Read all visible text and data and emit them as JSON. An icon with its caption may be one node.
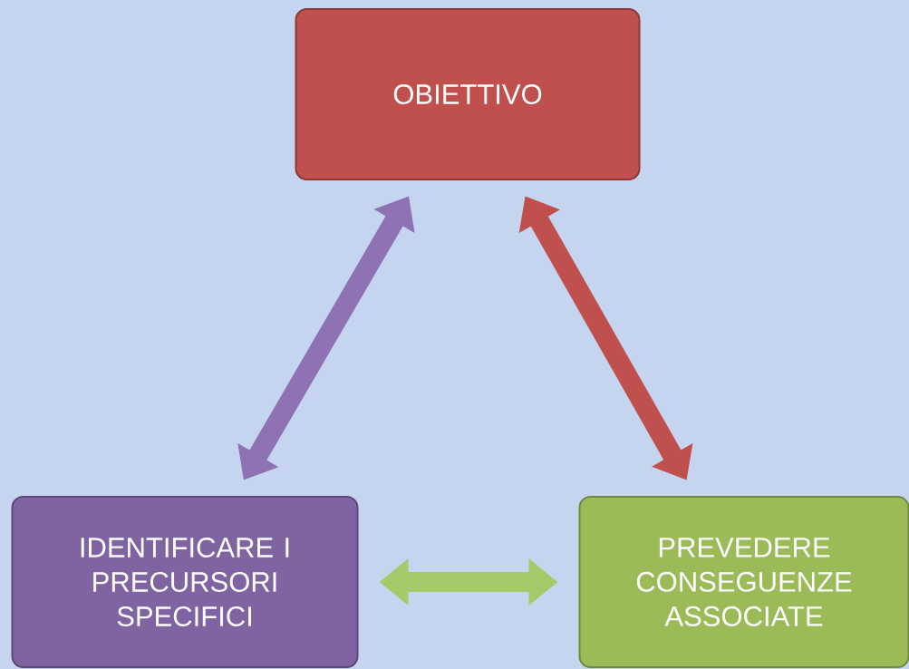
{
  "diagram": {
    "nodes": [
      {
        "text": [
          "OBIETTIVO"
        ]
      },
      {
        "text": [
          "IDENTIFICARE I PRECURSORI SPECIFICI"
        ]
      },
      {
        "text": [
          "PREVEDERE CONSEGUENZE ASSOCIATE"
        ]
      }
    ],
    "edges": [
      {
        "from": 0,
        "to": 1,
        "arrow": "both",
        "color": "#8e72b4"
      },
      {
        "from": 0,
        "to": 2,
        "arrow": "both",
        "color": "#c0504d"
      },
      {
        "from": 1,
        "to": 2,
        "arrow": "both",
        "color": "#a6c96a"
      }
    ]
  }
}
